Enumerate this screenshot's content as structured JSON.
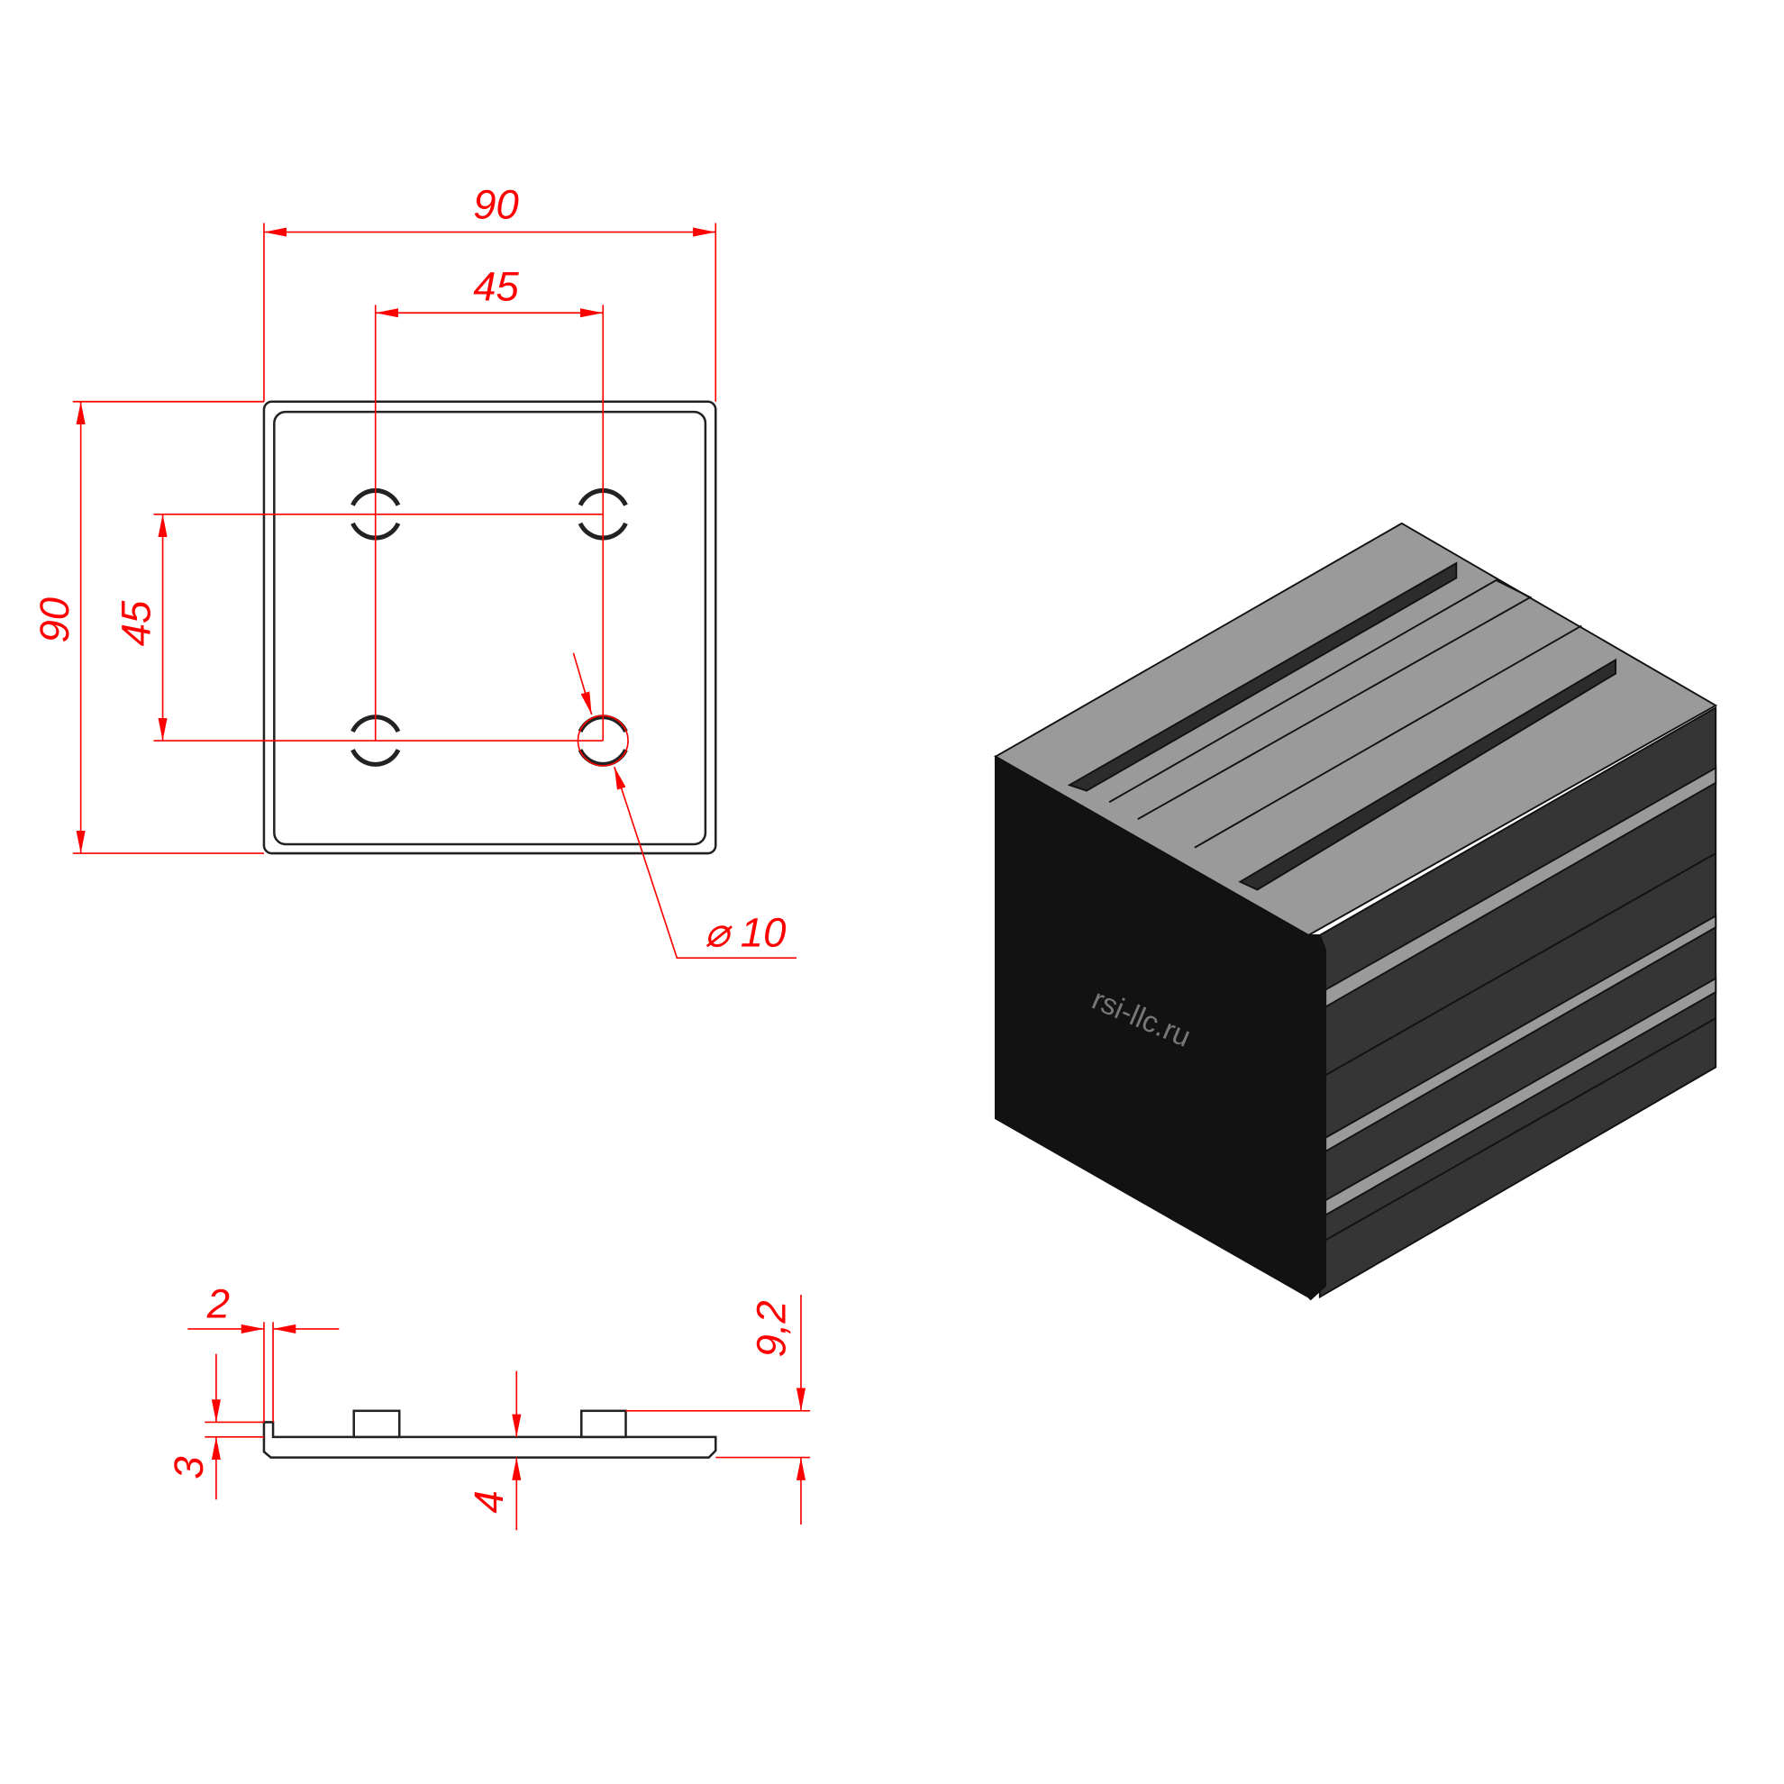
{
  "dimensions": {
    "top_width": "90",
    "hole_spacing_h": "45",
    "left_height": "90",
    "hole_spacing_v": "45",
    "hole_diameter": "⌀ 10",
    "lip_width": "2",
    "lip_height": "3",
    "plate_thickness": "4",
    "total_height": "9,2"
  },
  "watermark": "rsi-llc.ru",
  "colors": {
    "dimension": "#ff0000",
    "part": "#222222",
    "cap": "#121212"
  }
}
